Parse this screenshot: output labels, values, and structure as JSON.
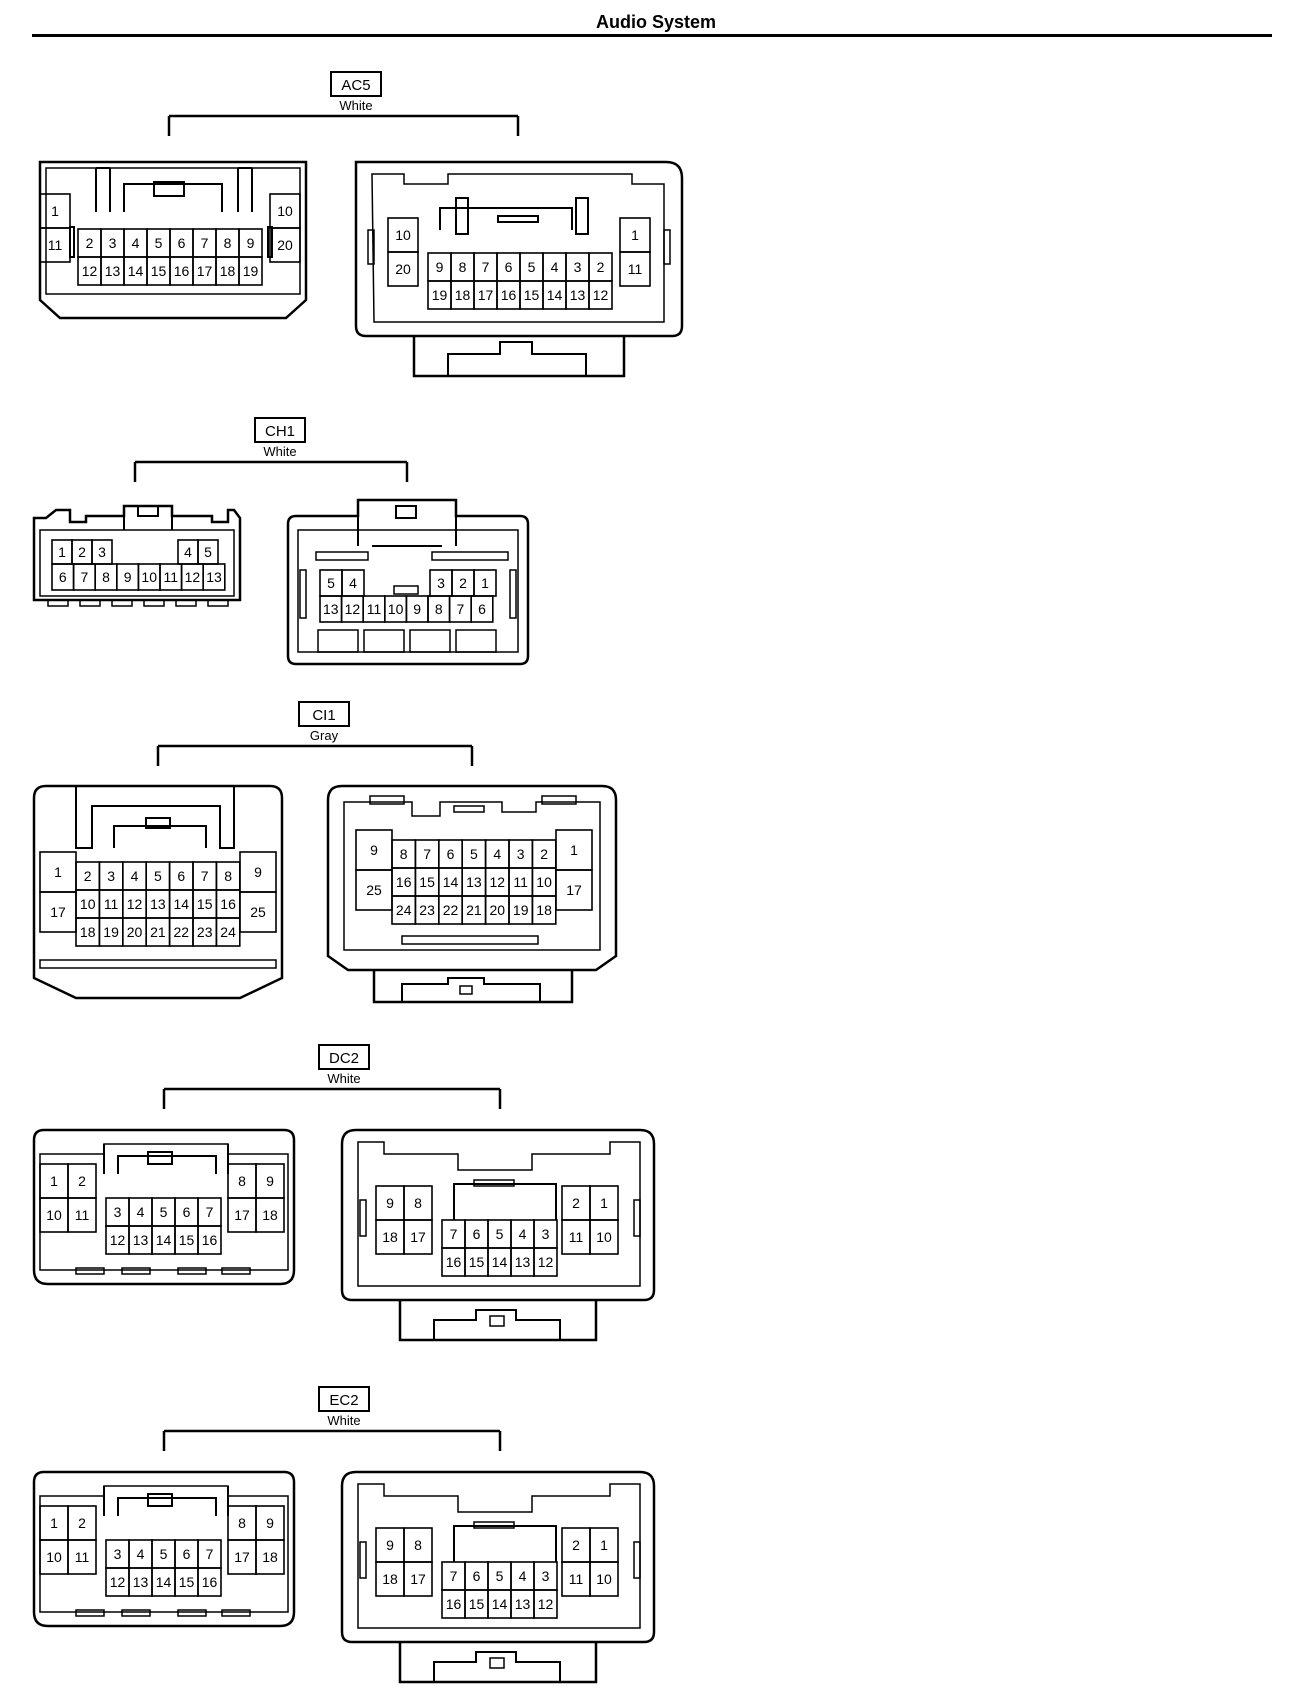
{
  "page_title": "Audio System",
  "connectors": [
    {
      "id": "AC5",
      "color": "White",
      "left": {
        "pin_rows": [
          [
            "1",
            "10"
          ],
          [
            "11",
            "2",
            "3",
            "4",
            "5",
            "6",
            "7",
            "8",
            "9",
            "20"
          ],
          [
            "12",
            "13",
            "14",
            "15",
            "16",
            "17",
            "18",
            "19"
          ]
        ]
      },
      "right": {
        "pin_rows": [
          [
            "10",
            "1"
          ],
          [
            "20",
            "9",
            "8",
            "7",
            "6",
            "5",
            "4",
            "3",
            "2",
            "11"
          ],
          [
            "19",
            "18",
            "17",
            "16",
            "15",
            "14",
            "13",
            "12"
          ]
        ]
      }
    },
    {
      "id": "CH1",
      "color": "White",
      "left": {
        "pin_rows": [
          [
            "1",
            "2",
            "3",
            "4",
            "5"
          ],
          [
            "6",
            "7",
            "8",
            "9",
            "10",
            "11",
            "12",
            "13"
          ]
        ]
      },
      "right": {
        "pin_rows": [
          [
            "5",
            "4",
            "3",
            "2",
            "1"
          ],
          [
            "13",
            "12",
            "11",
            "10",
            "9",
            "8",
            "7",
            "6"
          ]
        ]
      }
    },
    {
      "id": "CI1",
      "color": "Gray",
      "left": {
        "pin_rows": [
          [
            "1",
            "2",
            "3",
            "4",
            "5",
            "6",
            "7",
            "8",
            "9"
          ],
          [
            "17",
            "10",
            "11",
            "12",
            "13",
            "14",
            "15",
            "16",
            "25"
          ],
          [
            "18",
            "19",
            "20",
            "21",
            "22",
            "23",
            "24"
          ]
        ]
      },
      "right": {
        "pin_rows": [
          [
            "9",
            "8",
            "7",
            "6",
            "5",
            "4",
            "3",
            "2",
            "1"
          ],
          [
            "25",
            "16",
            "15",
            "14",
            "13",
            "12",
            "11",
            "10",
            "17"
          ],
          [
            "24",
            "23",
            "22",
            "21",
            "20",
            "19",
            "18"
          ]
        ]
      }
    },
    {
      "id": "DC2",
      "color": "White",
      "left": {
        "pin_rows": [
          [
            "1",
            "2",
            "8",
            "9"
          ],
          [
            "10",
            "11",
            "3",
            "4",
            "5",
            "6",
            "7",
            "17",
            "18"
          ],
          [
            "12",
            "13",
            "14",
            "15",
            "16"
          ]
        ]
      },
      "right": {
        "pin_rows": [
          [
            "9",
            "8",
            "2",
            "1"
          ],
          [
            "18",
            "17",
            "7",
            "6",
            "5",
            "4",
            "3",
            "11",
            "10"
          ],
          [
            "16",
            "15",
            "14",
            "13",
            "12"
          ]
        ]
      }
    },
    {
      "id": "EC2",
      "color": "White",
      "left": {
        "pin_rows": [
          [
            "1",
            "2",
            "8",
            "9"
          ],
          [
            "10",
            "11",
            "3",
            "4",
            "5",
            "6",
            "7",
            "17",
            "18"
          ],
          [
            "12",
            "13",
            "14",
            "15",
            "16"
          ]
        ]
      },
      "right": {
        "pin_rows": [
          [
            "9",
            "8",
            "2",
            "1"
          ],
          [
            "18",
            "17",
            "7",
            "6",
            "5",
            "4",
            "3",
            "11",
            "10"
          ],
          [
            "16",
            "15",
            "14",
            "13",
            "12"
          ]
        ]
      }
    }
  ]
}
